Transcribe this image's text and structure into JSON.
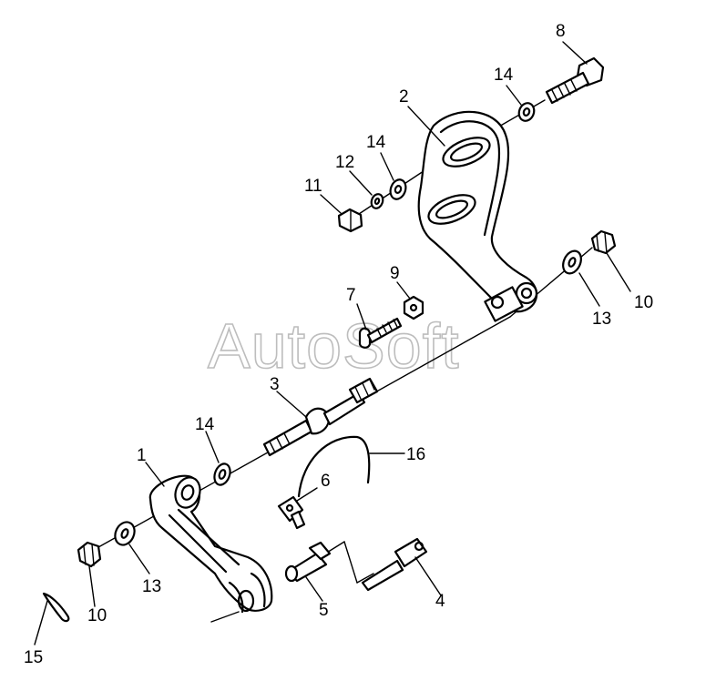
{
  "watermark": "AutoSoft",
  "callouts": [
    {
      "id": "c8",
      "text": "8"
    },
    {
      "id": "c14a",
      "text": "14"
    },
    {
      "id": "c2",
      "text": "2"
    },
    {
      "id": "c14b",
      "text": "14"
    },
    {
      "id": "c12",
      "text": "12"
    },
    {
      "id": "c11",
      "text": "11"
    },
    {
      "id": "c10a",
      "text": "10"
    },
    {
      "id": "c13a",
      "text": "13"
    },
    {
      "id": "c9",
      "text": "9"
    },
    {
      "id": "c7",
      "text": "7"
    },
    {
      "id": "c3",
      "text": "3"
    },
    {
      "id": "c14c",
      "text": "14"
    },
    {
      "id": "c16",
      "text": "16"
    },
    {
      "id": "c1",
      "text": "1"
    },
    {
      "id": "c6",
      "text": "6"
    },
    {
      "id": "c13b",
      "text": "13"
    },
    {
      "id": "c10b",
      "text": "10"
    },
    {
      "id": "c5",
      "text": "5"
    },
    {
      "id": "c4",
      "text": "4"
    },
    {
      "id": "c15",
      "text": "15"
    }
  ]
}
